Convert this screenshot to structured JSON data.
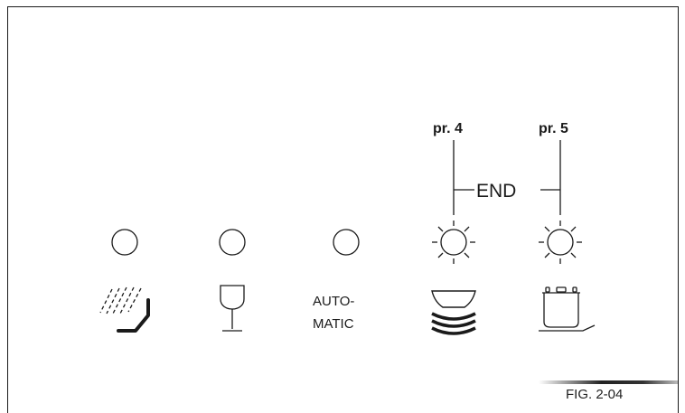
{
  "programs": {
    "p4_label": "pr. 4",
    "p5_label": "pr. 5",
    "end_label": "END"
  },
  "indicators": [
    {
      "icon": "rinse-spray-icon",
      "state": "off"
    },
    {
      "icon": "wine-glass-icon",
      "state": "off"
    },
    {
      "icon": "automatic",
      "state": "off",
      "label_line1": "AUTO-",
      "label_line2": "MATIC"
    },
    {
      "icon": "plates-stack-icon",
      "state": "flashing"
    },
    {
      "icon": "cooking-pot-icon",
      "state": "flashing"
    }
  ],
  "figure": {
    "label": "FIG. 2-04"
  }
}
